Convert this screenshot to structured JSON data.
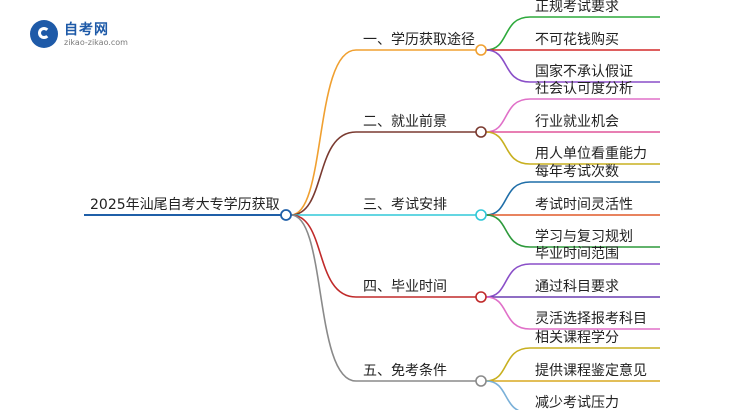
{
  "logo": {
    "name": "自考网",
    "url": "zikao-zikao.com"
  },
  "root": {
    "label": "2025年汕尾自考大专学历获取"
  },
  "branches": [
    {
      "label": "一、学历获取途径",
      "color": "#f0a030",
      "children": [
        {
          "label": "正规考试要求",
          "color": "#2eaa3c"
        },
        {
          "label": "不可花钱购买",
          "color": "#d42a2a"
        },
        {
          "label": "国家不承认假证",
          "color": "#8a4fc8"
        }
      ]
    },
    {
      "label": "二、就业前景",
      "color": "#7a3a30",
      "children": [
        {
          "label": "社会认可度分析",
          "color": "#e070c8"
        },
        {
          "label": "行业就业机会",
          "color": "#e0559a"
        },
        {
          "label": "用人单位看重能力",
          "color": "#c8b020"
        }
      ]
    },
    {
      "label": "三、考试安排",
      "color": "#30c8d8",
      "children": [
        {
          "label": "每年考试次数",
          "color": "#1f6ea8"
        },
        {
          "label": "考试时间灵活性",
          "color": "#e05a2a"
        },
        {
          "label": "学习与复习规划",
          "color": "#2e9a3c"
        }
      ]
    },
    {
      "label": "四、毕业时间",
      "color": "#c02a2a",
      "children": [
        {
          "label": "毕业时间范围",
          "color": "#8a4fc8"
        },
        {
          "label": "通过科目要求",
          "color": "#6a3fb0"
        },
        {
          "label": "灵活选择报考科目",
          "color": "#e070c8"
        }
      ]
    },
    {
      "label": "五、免考条件",
      "color": "#8a8a8a",
      "children": [
        {
          "label": "相关课程学分",
          "color": "#c8b020"
        },
        {
          "label": "提供课程鉴定意见",
          "color": "#d8a820"
        },
        {
          "label": "减少考试压力",
          "color": "#7ab0d8"
        }
      ]
    }
  ]
}
